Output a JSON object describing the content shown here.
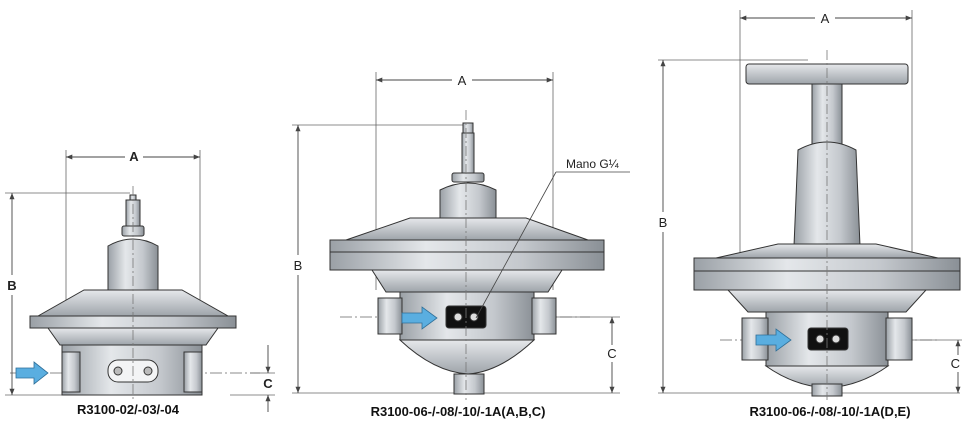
{
  "colors": {
    "arrow": "#5aaee0",
    "body_fill": "#cfd3d8",
    "body_dark": "#8d9399",
    "outline": "#333333",
    "dim_line": "#555555"
  },
  "icons": [
    "flow-arrow-icon",
    "pressure-gauge-port-icon"
  ],
  "figures": [
    {
      "caption": "R3100-02/-03/-04",
      "dims": {
        "a": "A",
        "b": "B",
        "c": "C"
      }
    },
    {
      "caption": "R3100-06-/-08/-10/-1A(A,B,C)",
      "dims": {
        "a": "A",
        "b": "B",
        "c": "C"
      },
      "callout": "Mano G¼"
    },
    {
      "caption": "R3100-06-/-08/-10/-1A(D,E)",
      "dims": {
        "a": "A",
        "b": "B",
        "c": "C"
      }
    }
  ]
}
